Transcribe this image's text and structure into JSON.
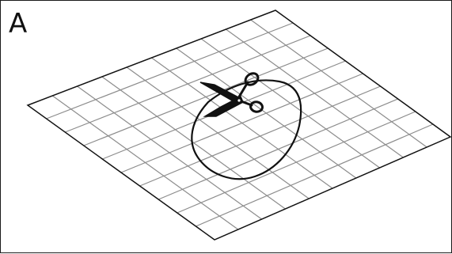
{
  "panel": {
    "label": "A"
  },
  "diagram": {
    "grid_divisions": 10,
    "colors": {
      "plane_outline": "#111111",
      "grid_lines": "#8c8c8c",
      "cut_path": "#111111",
      "scissors": "#111111",
      "frame": "#1a1a1a"
    },
    "icons": [
      "scissors-icon"
    ],
    "elements": [
      "tilted-plane-grid",
      "closed-cut-path",
      "scissors"
    ]
  }
}
